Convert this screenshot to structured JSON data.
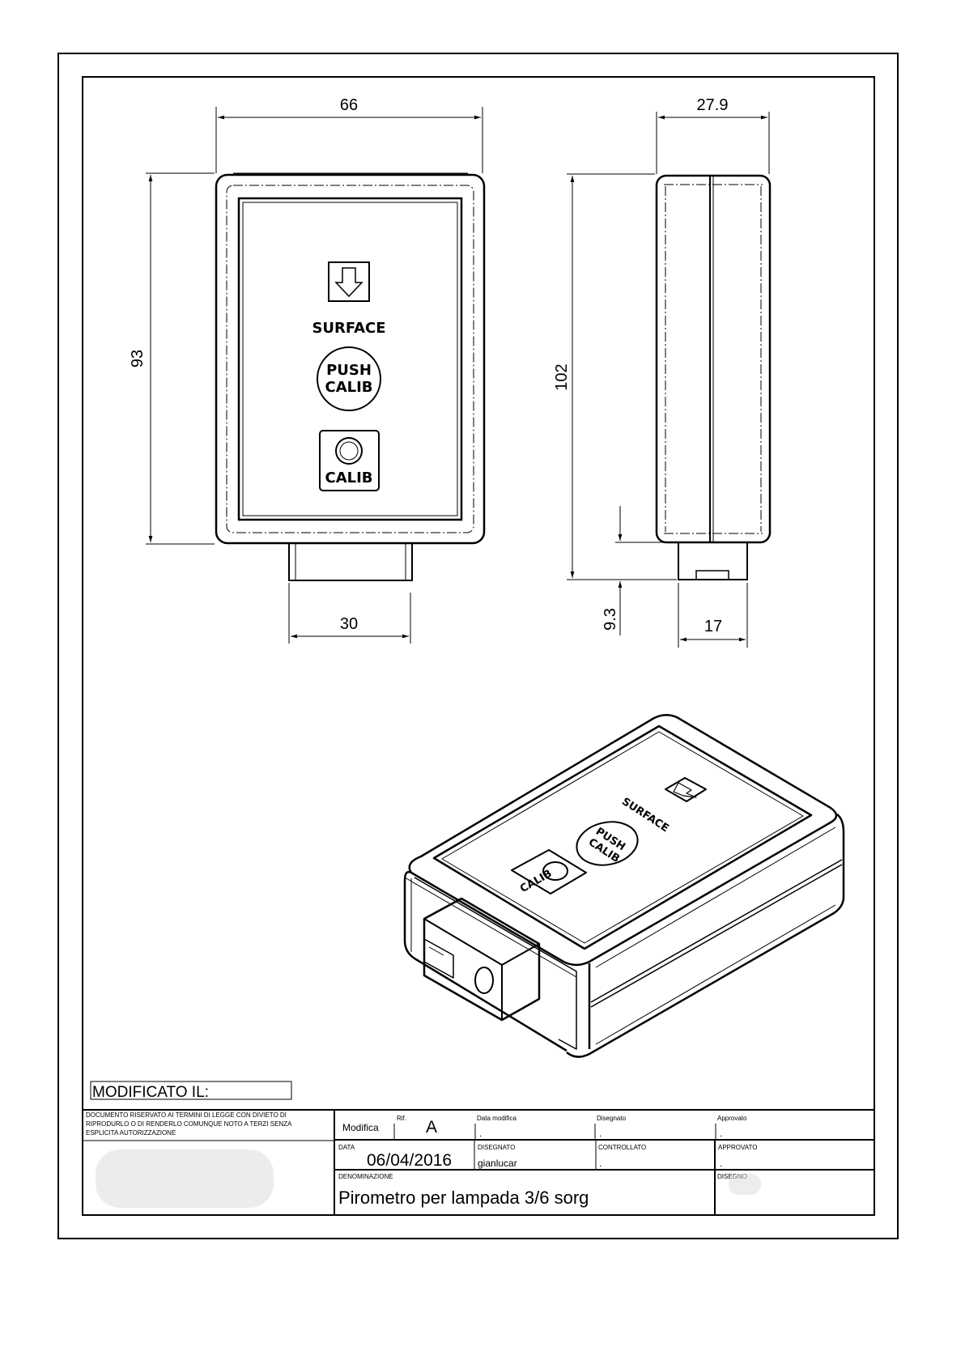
{
  "dimensions": {
    "front_width": "66",
    "front_height": "93",
    "connector_width": "30",
    "side_depth": "27.9",
    "side_height": "102",
    "connector_protrusion": "9.3",
    "connector_depth": "17"
  },
  "device_labels": {
    "surface": "SURFACE",
    "push": "PUSH",
    "calib_button": "CALIB",
    "calib": "CALIB"
  },
  "iso_labels": {
    "surface": "SURFACE",
    "push": "PUSH",
    "calib_button": "CALIB",
    "calib": "CALIB"
  },
  "title_block": {
    "modified_label": "MODIFICATO IL:",
    "notice": [
      "DOCUMENTO RISERVATO AI TERMINI DI LEGGE CON DIVIETO DI",
      "RIPRODURLO O DI RENDERLO COMUNQUE NOTO A TERZI SENZA",
      "ESPLICITA AUTORIZZAZIONE"
    ],
    "modifica_label": "Modifica",
    "rif_label": "Rif.",
    "rif_value": "A",
    "data_modifica_label": "Data modifica",
    "data_modifica_value": ".",
    "disegnato_label": "Disegnato",
    "disegnato_value": ".",
    "approvato_label": "Approvato",
    "approvato_value": ".",
    "data_label": "DATA",
    "data_value": "06/04/2016",
    "disegnato2_label": "DISEGNATO",
    "disegnato2_value": "gianlucar",
    "controllato_label": "CONTROLLATO",
    "controllato_value": ".",
    "approvato2_label": "APPROVATO",
    "approvato2_value": ".",
    "denominazione_label": "DENOMINAZIONE",
    "denominazione_value": "Pirometro per lampada 3/6 sorg",
    "disegno_label": "DISEGNO"
  }
}
